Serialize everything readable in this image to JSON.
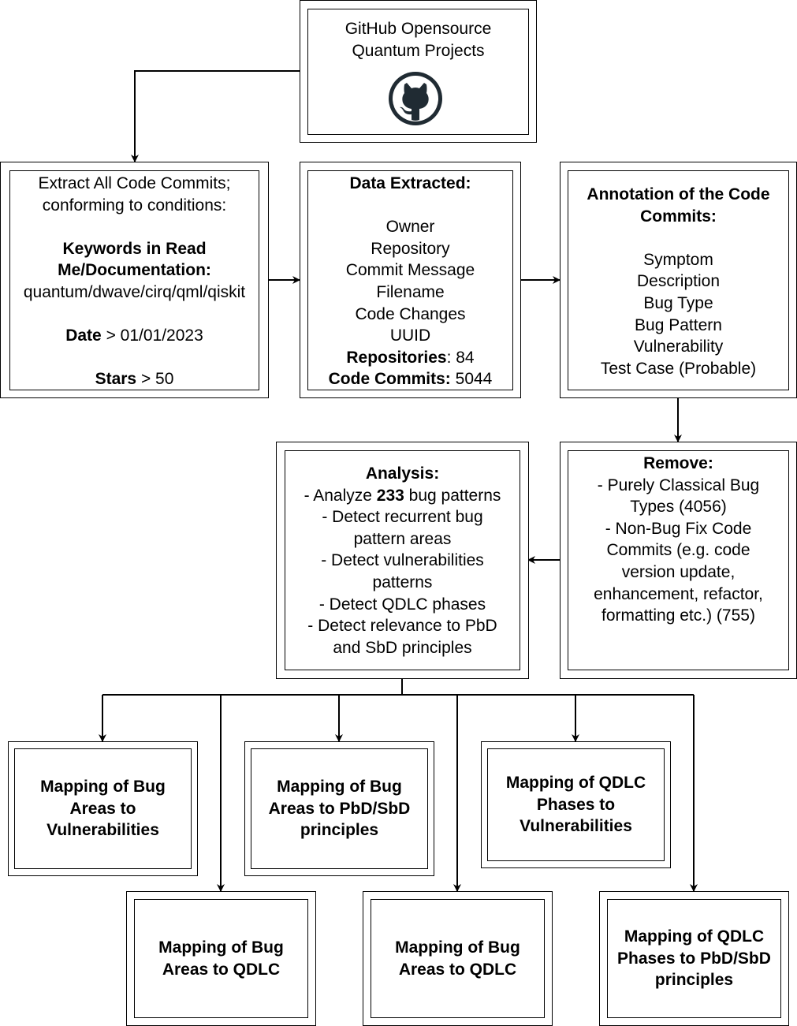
{
  "source": {
    "line1": "GitHub Opensource",
    "line2": "Quantum Projects",
    "icon": "github-octocat-icon"
  },
  "extract": {
    "line1": "Extract All Code Commits;",
    "line2": "conforming to conditions:",
    "keywords_label_1": "Keywords in Read",
    "keywords_label_2": "Me/Documentation:",
    "keywords_value": "quantum/dwave/cirq/qml/qiskit",
    "date_label": "Date",
    "date_value": " > 01/01/2023",
    "stars_label": "Stars",
    "stars_value": " > 50"
  },
  "data_extracted": {
    "title": "Data Extracted:",
    "items": [
      "Owner",
      "Repository",
      "Commit Message",
      "Filename",
      "Code Changes",
      "UUID"
    ],
    "repos_label": "Repositories",
    "repos_value": ": 84",
    "commits_label": "Code Commits:",
    "commits_value": " 5044"
  },
  "annotation": {
    "title_1": "Annotation of the Code",
    "title_2": "Commits:",
    "items": [
      "Symptom",
      "Description",
      "Bug Type",
      "Bug Pattern",
      "Vulnerability",
      "Test Case (Probable)"
    ]
  },
  "remove": {
    "title": "Remove:",
    "lines": [
      "- Purely Classical Bug",
      "Types (4056)",
      "- Non-Bug Fix Code",
      "Commits (e.g. code",
      "version update,",
      "enhancement, refactor,",
      "formatting etc.) (755)"
    ]
  },
  "analysis": {
    "title": "Analysis:",
    "line1_pre": "- Analyze ",
    "line1_bold": "233",
    "line1_post": " bug patterns",
    "lines": [
      "- Detect recurrent bug",
      "pattern areas",
      "- Detect vulnerabilities",
      "patterns",
      "- Detect QDLC phases",
      "- Detect relevance to PbD",
      "and SbD principles"
    ]
  },
  "mappings": {
    "m1": [
      "Mapping of Bug",
      "Areas to",
      "Vulnerabilities"
    ],
    "m2": [
      "Mapping of Bug",
      "Areas to PbD/SbD",
      "principles"
    ],
    "m3": [
      "Mapping of QDLC",
      "Phases to",
      "Vulnerabilities"
    ],
    "m4": [
      "Mapping of Bug",
      "Areas to QDLC"
    ],
    "m5": [
      "Mapping of Bug",
      "Areas to QDLC"
    ],
    "m6": [
      "Mapping of QDLC",
      "Phases to PbD/SbD",
      "principles"
    ]
  }
}
